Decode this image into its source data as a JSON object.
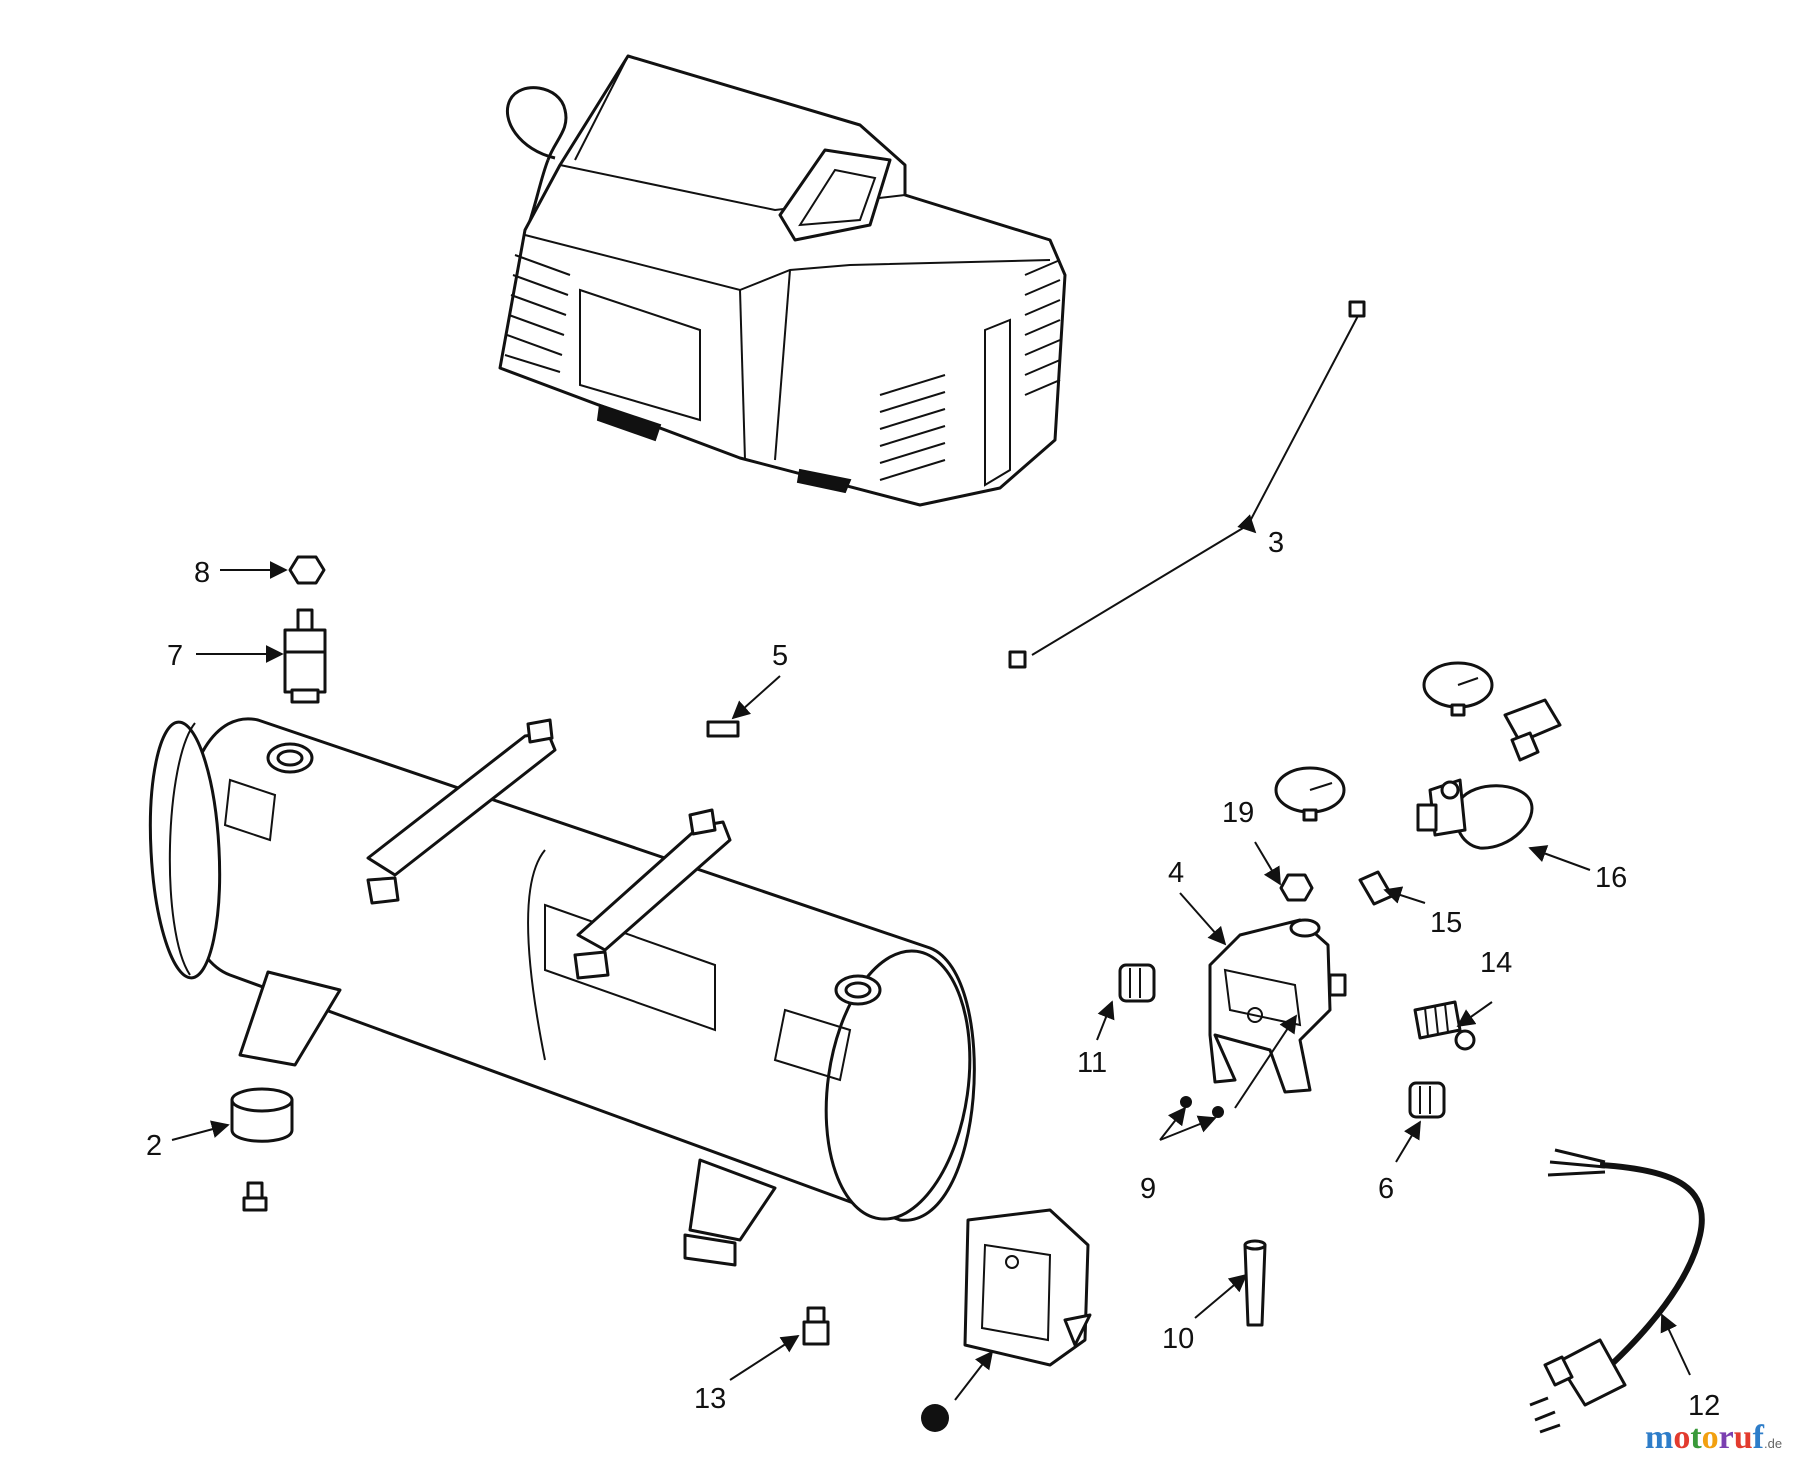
{
  "callouts": {
    "c2": "2",
    "c3": "3",
    "c4": "4",
    "c5": "5",
    "c6": "6",
    "c7": "7",
    "c8": "8",
    "c9": "9",
    "c10": "10",
    "c11": "11",
    "c12": "12",
    "c13": "13",
    "c14": "14",
    "c15": "15",
    "c16": "16",
    "c19": "19"
  },
  "watermark": {
    "m": "m",
    "o1": "o",
    "t": "t",
    "o2": "o",
    "r": "r",
    "u": "u",
    "f": "f",
    "de": ".de"
  },
  "colors": {
    "line": "#111111",
    "background": "#ffffff",
    "wm_m": "#2e7dc9",
    "wm_o1": "#e23b2e",
    "wm_t": "#3a9a3a",
    "wm_o2": "#f2a010",
    "wm_r": "#7a3fb0",
    "wm_u": "#e23b2e",
    "wm_f": "#2e7dc9",
    "wm_de": "#666666"
  }
}
